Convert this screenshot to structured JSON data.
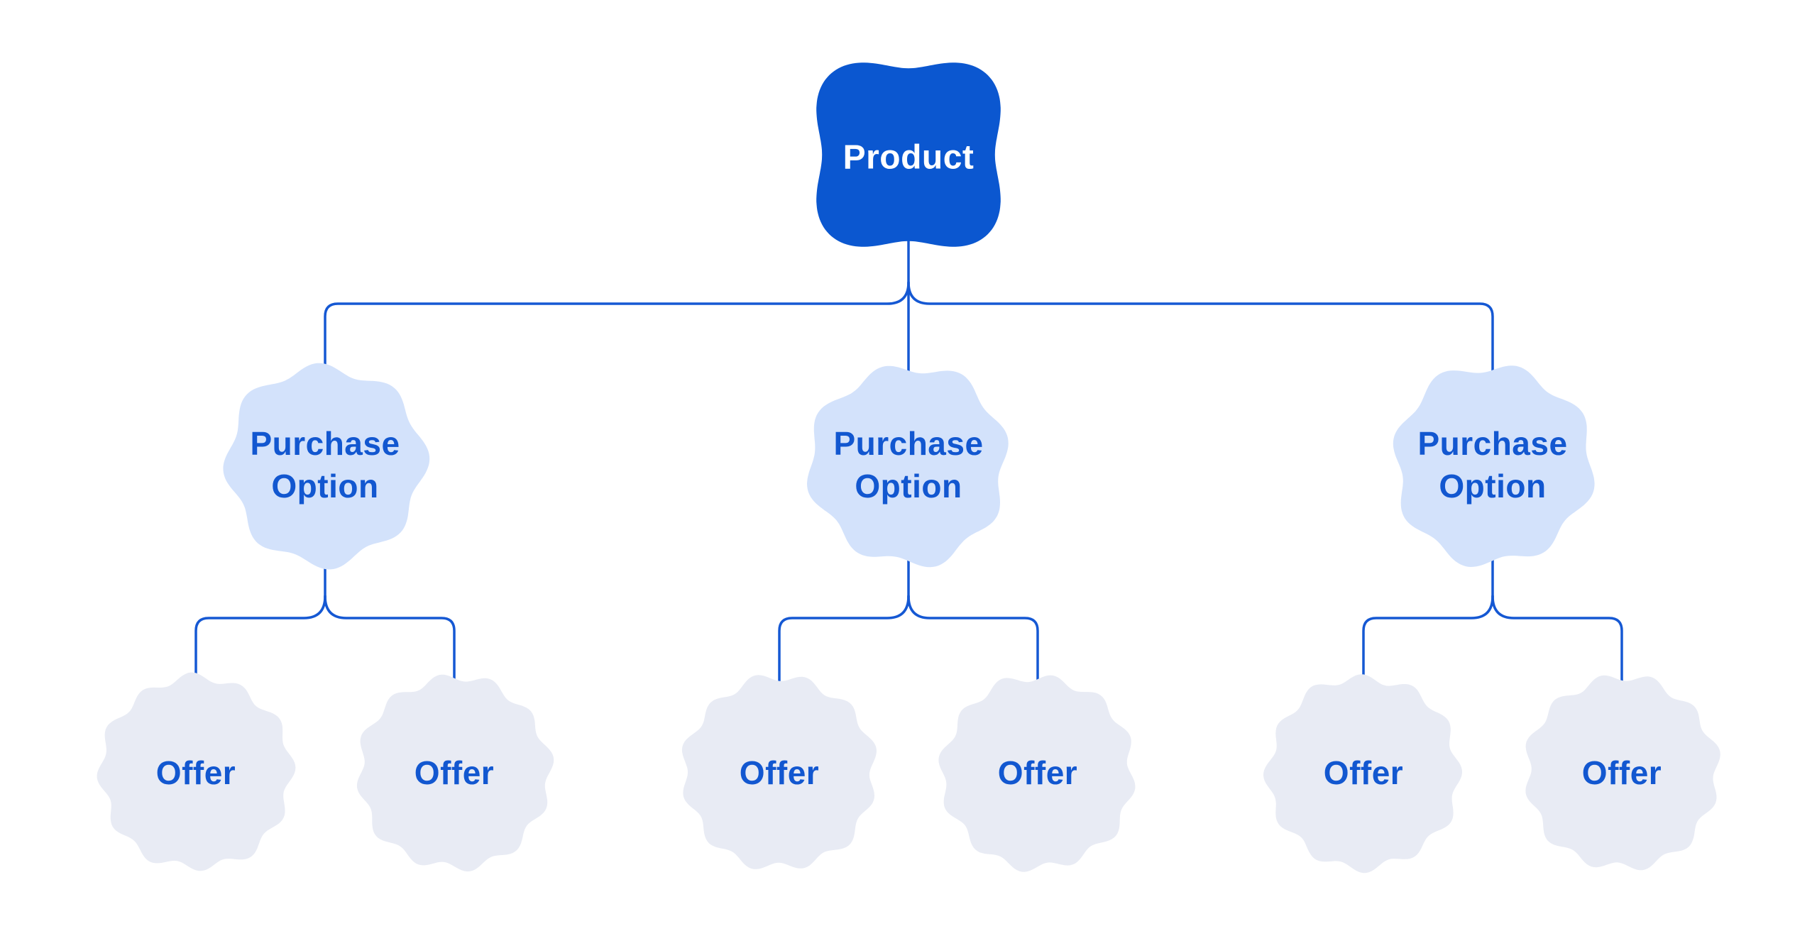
{
  "colors": {
    "background": "#FFFFFF",
    "connector": "#1558D3",
    "root_fill": "#0B57D0",
    "root_text": "#FFFFFF",
    "branch_fill": "#D3E2FB",
    "leaf_fill": "#E8EBF4",
    "node_text": "#1257D0"
  },
  "tree": {
    "root": {
      "label": "Product"
    },
    "branches": [
      {
        "label": "Purchase Option",
        "label_lines": [
          "Purchase",
          "Option"
        ],
        "offers": [
          {
            "label": "Offer"
          },
          {
            "label": "Offer"
          }
        ]
      },
      {
        "label": "Purchase Option",
        "label_lines": [
          "Purchase",
          "Option"
        ],
        "offers": [
          {
            "label": "Offer"
          },
          {
            "label": "Offer"
          }
        ]
      },
      {
        "label": "Purchase Option",
        "label_lines": [
          "Purchase",
          "Option"
        ],
        "offers": [
          {
            "label": "Offer"
          },
          {
            "label": "Offer"
          }
        ]
      }
    ]
  }
}
